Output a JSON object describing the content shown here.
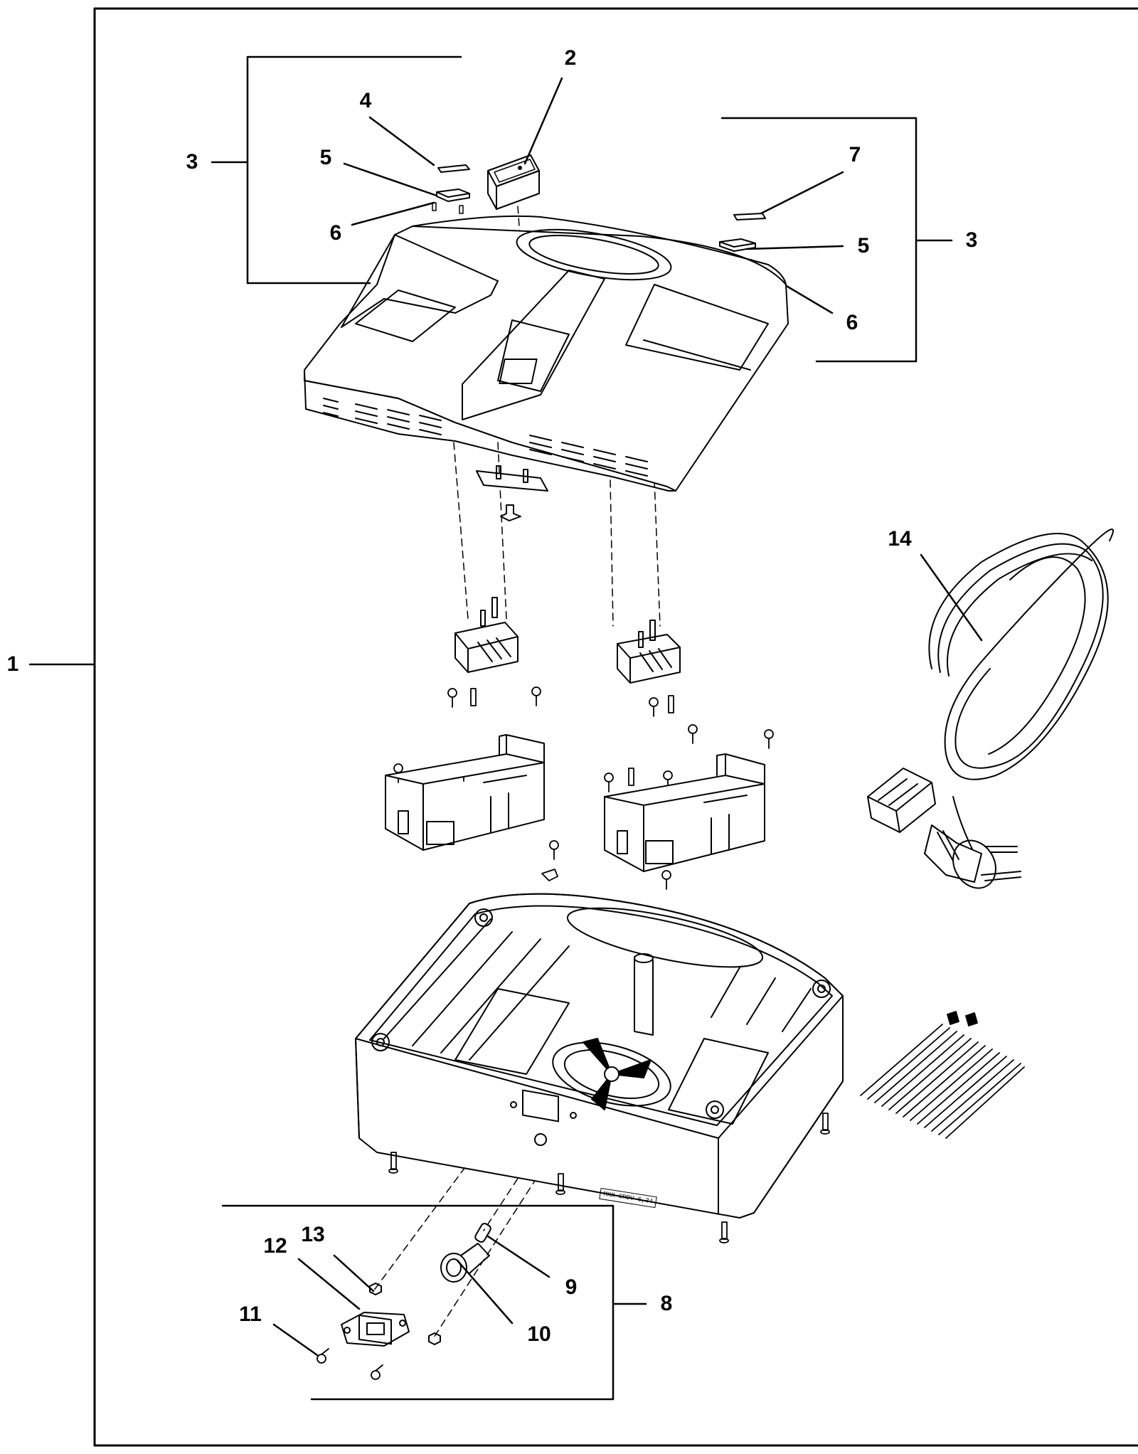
{
  "labels": {
    "l1": "1",
    "l2": "2",
    "l3a": "3",
    "l3b": "3",
    "l4": "4",
    "l5a": "5",
    "l5b": "5",
    "l6a": "6",
    "l6b": "6",
    "l7": "7",
    "l8": "8",
    "l9": "9",
    "l10": "10",
    "l11": "11",
    "l12": "12",
    "l13": "13",
    "l14": "14"
  },
  "stamp_text": "MKX CRDV 6,34"
}
